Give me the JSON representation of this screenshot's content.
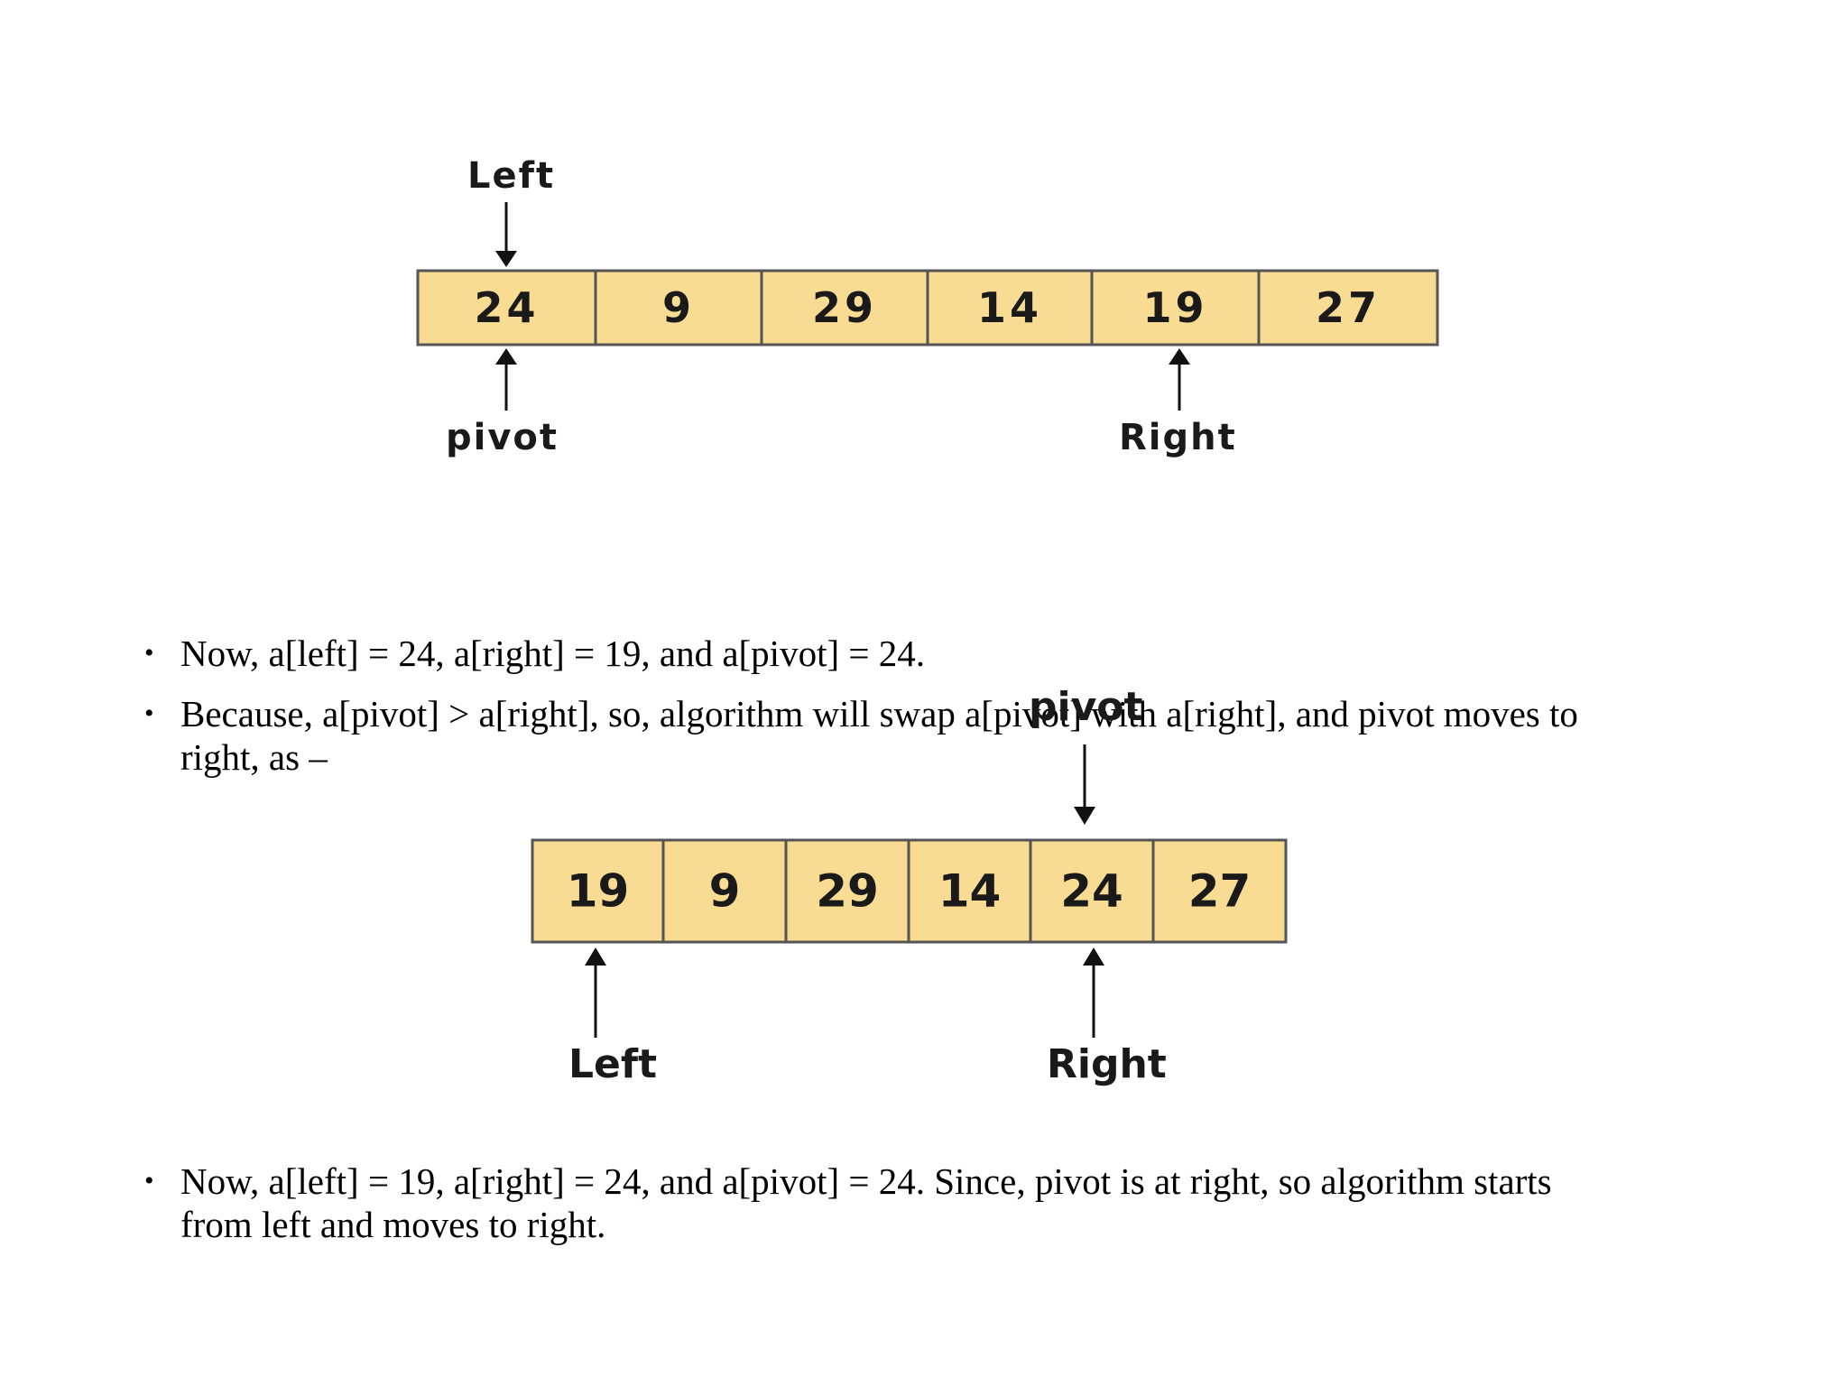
{
  "diagram1": {
    "cells": [
      "24",
      "9",
      "29",
      "14",
      "19",
      "27"
    ],
    "labels": {
      "left": "Left",
      "pivot": "pivot",
      "right": "Right"
    }
  },
  "diagram2": {
    "cells": [
      "19",
      "9",
      "29",
      "14",
      "24",
      "27"
    ],
    "labels": {
      "pivot": "pivot",
      "left": "Left",
      "right": "Right"
    }
  },
  "bullets": [
    {
      "lines": [
        "Now, a[left] = 24, a[right] = 19, and a[pivot] = 24."
      ]
    },
    {
      "lines": [
        "Because, a[pivot] > a[right], so, algorithm will swap a[pivot] with a[right], and pivot moves to",
        "right, as –"
      ]
    },
    {
      "lines": [
        "Now, a[left] = 19, a[right] = 24, and a[pivot] = 24. Since, pivot is at right, so algorithm starts",
        "from left and moves to right."
      ]
    }
  ],
  "colors": {
    "cell_fill": "#f9dc93",
    "cell_border": "#555555",
    "arrow": "#111111"
  }
}
